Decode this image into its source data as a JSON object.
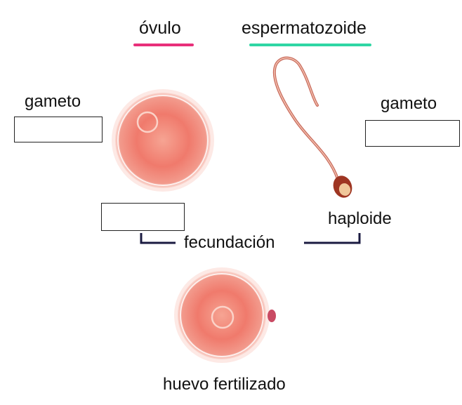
{
  "labels": {
    "ovulo": "óvulo",
    "espermatozoide": "espermatozoide",
    "gameto_left": "gameto",
    "gameto_right": "gameto",
    "haploide": "haploide",
    "fecundacion": "fecundación",
    "huevo": "huevo fertilizado"
  },
  "blanks": {
    "left": "",
    "right": "",
    "middle": ""
  },
  "colors": {
    "ovulo_underline": "#e8307a",
    "sperm_underline": "#2fd6a4",
    "cell_fill": "#f1786c",
    "bracket": "#1a1a40"
  },
  "icons": {
    "egg": "egg-cell-icon",
    "sperm": "sperm-cell-icon",
    "zygote": "fertilized-egg-icon"
  }
}
